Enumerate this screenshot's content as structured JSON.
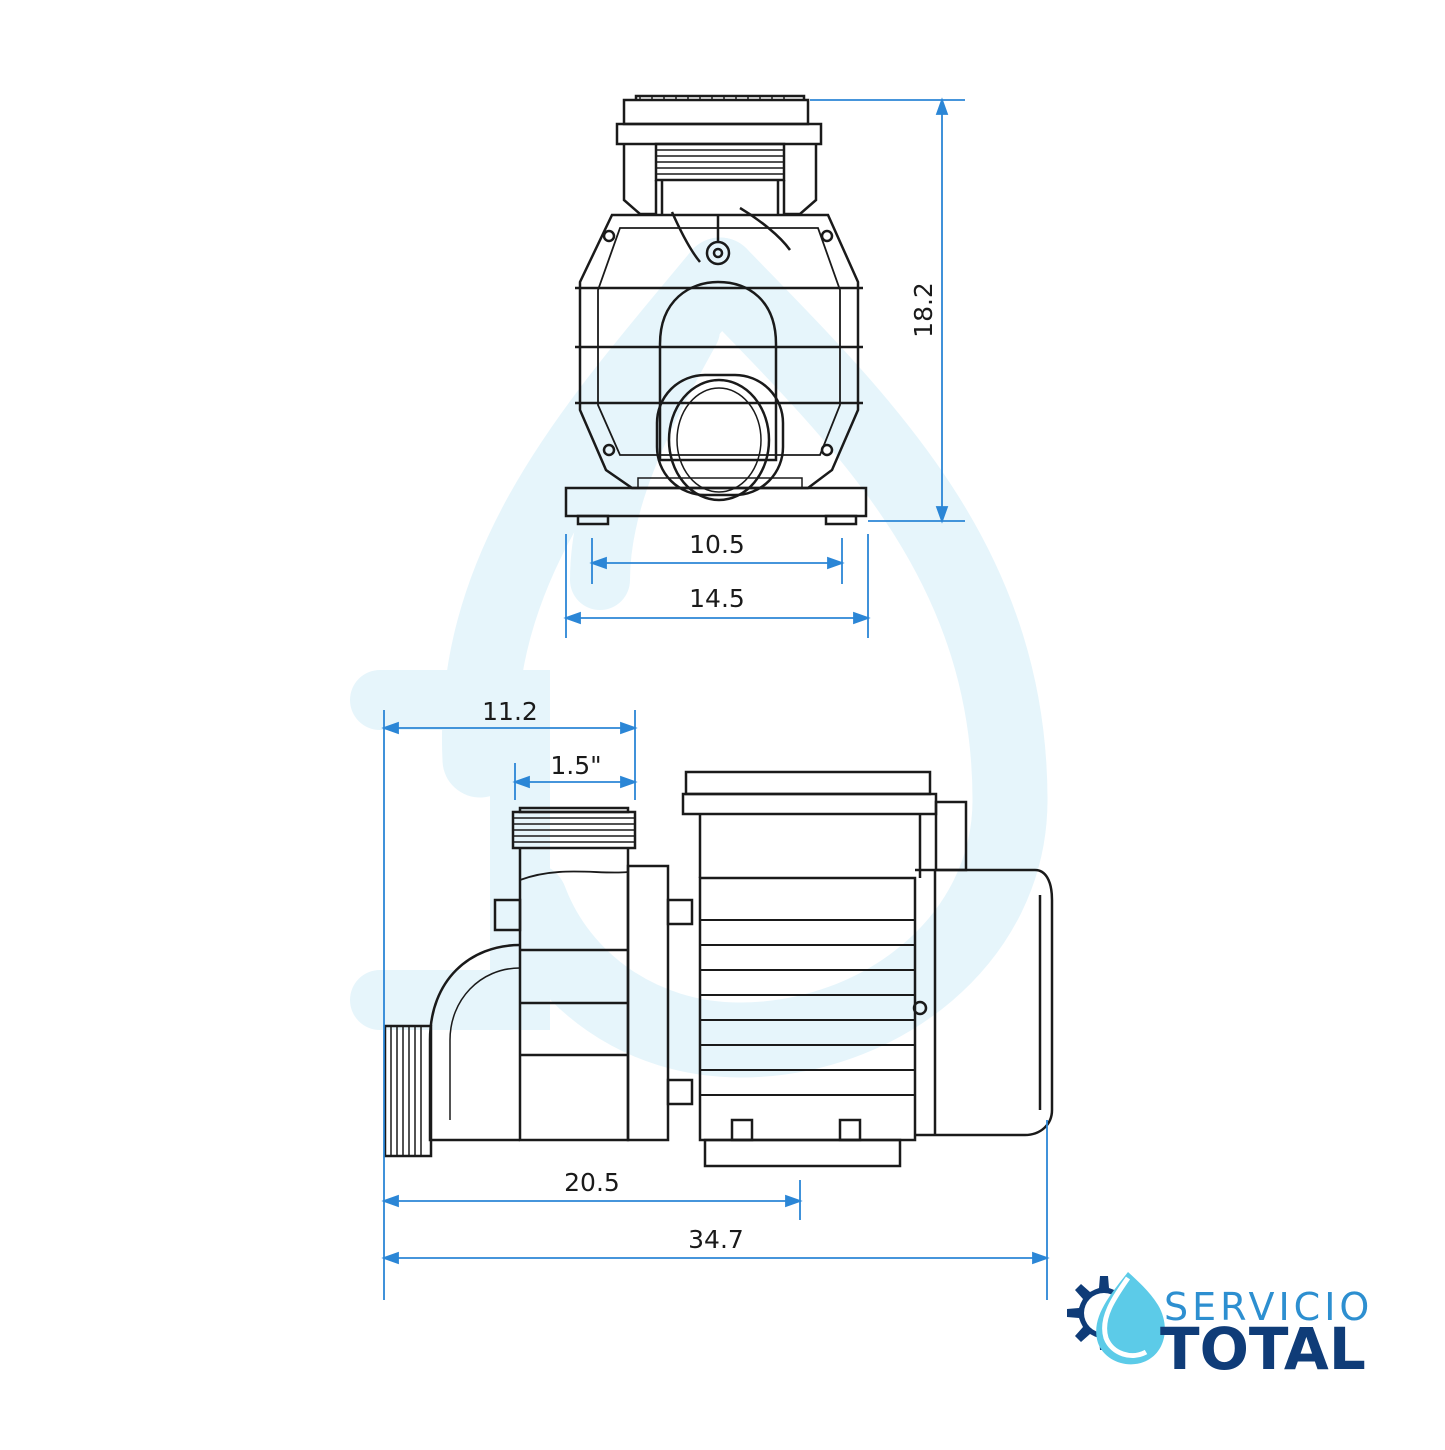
{
  "colors": {
    "outline": "#1a1a1a",
    "dimension_line": "#2b86d6",
    "watermark": "#e6f5fb",
    "brand_blue": "#2d8fd0",
    "brand_navy": "#0f3c78",
    "brand_cyan": "#5ccbe8"
  },
  "dimensions": {
    "front_height": "18.2",
    "front_bolt_spacing": "10.5",
    "front_base_width": "14.5",
    "side_inlet_offset": "11.2",
    "side_inlet_thread": "1.5\"",
    "side_base_offset": "20.5",
    "side_total_length": "34.7"
  },
  "logo": {
    "line1": "SERVICIO",
    "line2": "TOTAL",
    "icons": [
      "water-drop-icon",
      "gear-icon"
    ]
  }
}
